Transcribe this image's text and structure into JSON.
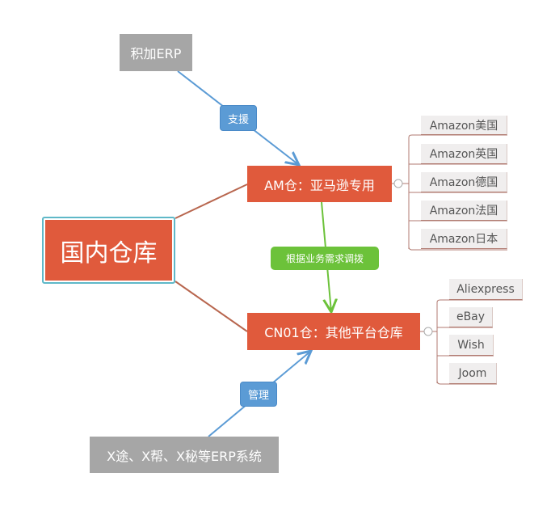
{
  "root": "国内仓库",
  "erp_top": "积加ERP",
  "label_support": "支援",
  "am_node": "AM仓：亚马逊专用",
  "am_children": [
    "Amazon美国",
    "Amazon英国",
    "Amazon德国",
    "Amazon法国",
    "Amazon日本"
  ],
  "transfer_label": "根据业务需求调拨",
  "cn_node": "CN01仓：其他平台仓库",
  "cn_children": [
    "Aliexpress",
    "eBay",
    "Wish",
    "Joom"
  ],
  "label_manage": "管理",
  "erp_bottom": "X途、X帮、X秘等ERP系统",
  "colors": {
    "main": "#e05a3c",
    "relation_blue": "#5b9bd5",
    "relation_green": "#6cc23a",
    "branch": "#b8664e"
  }
}
